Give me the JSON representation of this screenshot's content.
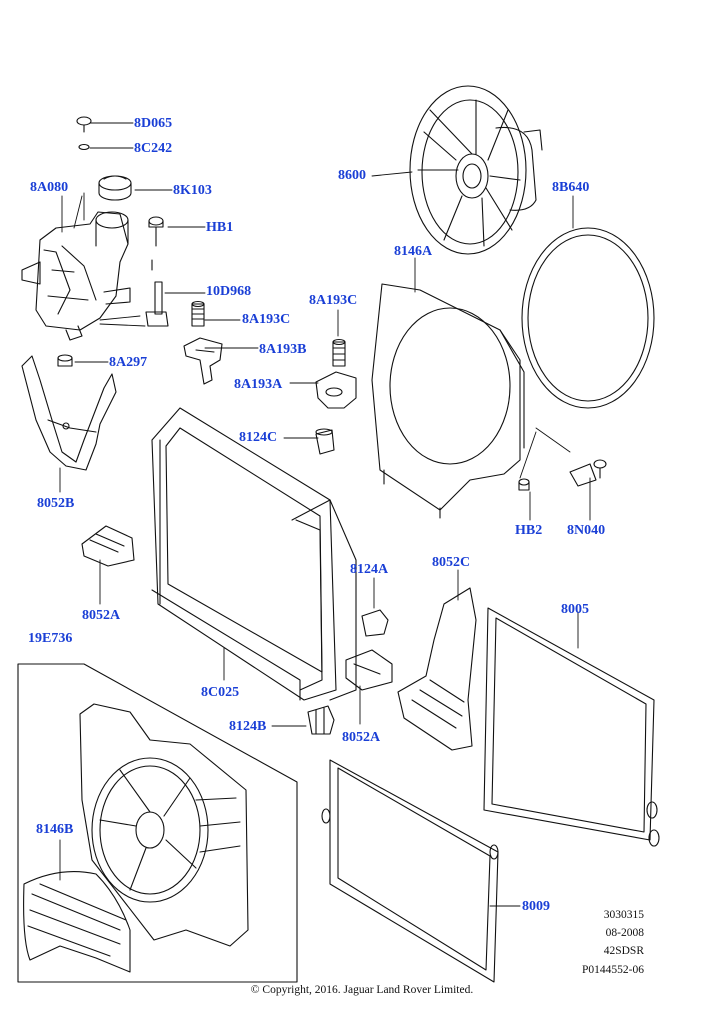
{
  "callouts": {
    "c8D065": "8D065",
    "c8C242": "8C242",
    "c8A080": "8A080",
    "c8K103": "8K103",
    "cHB1": "HB1",
    "c10D968": "10D968",
    "c8A193C_a": "8A193C",
    "c8A193C_b": "8A193C",
    "c8A193B": "8A193B",
    "c8A193A": "8A193A",
    "c8A297": "8A297",
    "c8052B": "8052B",
    "c8600": "8600",
    "c8B640": "8B640",
    "c8146A": "8146A",
    "c8124C": "8124C",
    "cHB2": "HB2",
    "c8N040": "8N040",
    "c8052A_a": "8052A",
    "c8124A": "8124A",
    "c8052C": "8052C",
    "c8005": "8005",
    "c19E736": "19E736",
    "c8C025": "8C025",
    "c8124B": "8124B",
    "c8052A_b": "8052A",
    "c8146B": "8146B",
    "c8009": "8009"
  },
  "meta": {
    "code": "3030315",
    "date": "08-2008",
    "model": "42SDSR",
    "ref": "P0144552-06"
  },
  "copyright": "© Copyright, 2016. Jaguar Land Rover Limited.",
  "colors": {
    "callout": "#1a3fd6",
    "line": "#111111"
  }
}
